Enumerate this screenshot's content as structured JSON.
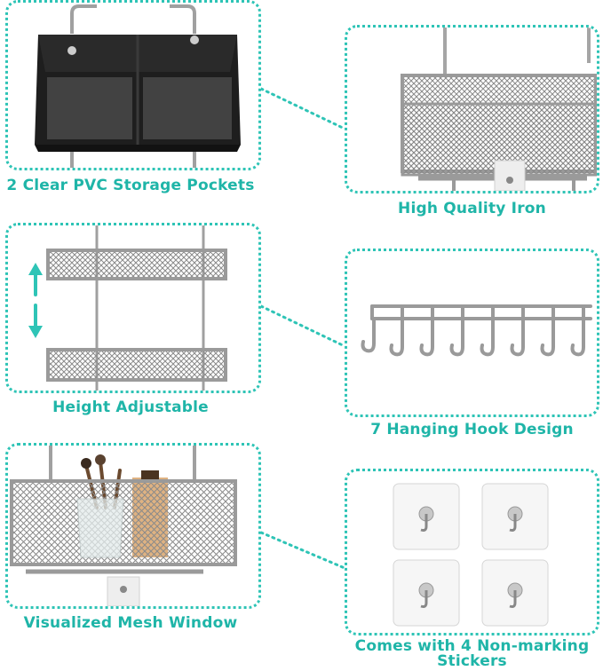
{
  "features": [
    {
      "id": "pockets",
      "caption": "2 Clear PVC Storage Pockets",
      "icon": "storage-pockets-illustration"
    },
    {
      "id": "iron",
      "caption": "High Quality Iron",
      "icon": "iron-mesh-basket-illustration"
    },
    {
      "id": "height",
      "caption": "Height Adjustable",
      "icon": "adjustable-baskets-illustration"
    },
    {
      "id": "hooks",
      "caption": "7 Hanging Hook Design",
      "icon": "hook-rail-illustration"
    },
    {
      "id": "mesh",
      "caption": "Visualized Mesh Window",
      "icon": "mesh-basket-cosmetics-illustration"
    },
    {
      "id": "stickers",
      "caption": "Comes with 4 Non-marking Stickers",
      "icon": "adhesive-sticker-illustration"
    }
  ],
  "colors": {
    "accent": "#2ec4b6",
    "caption": "#1fb5a8",
    "metal": "#9a9a9a",
    "pocket": "#1e1e1e"
  }
}
